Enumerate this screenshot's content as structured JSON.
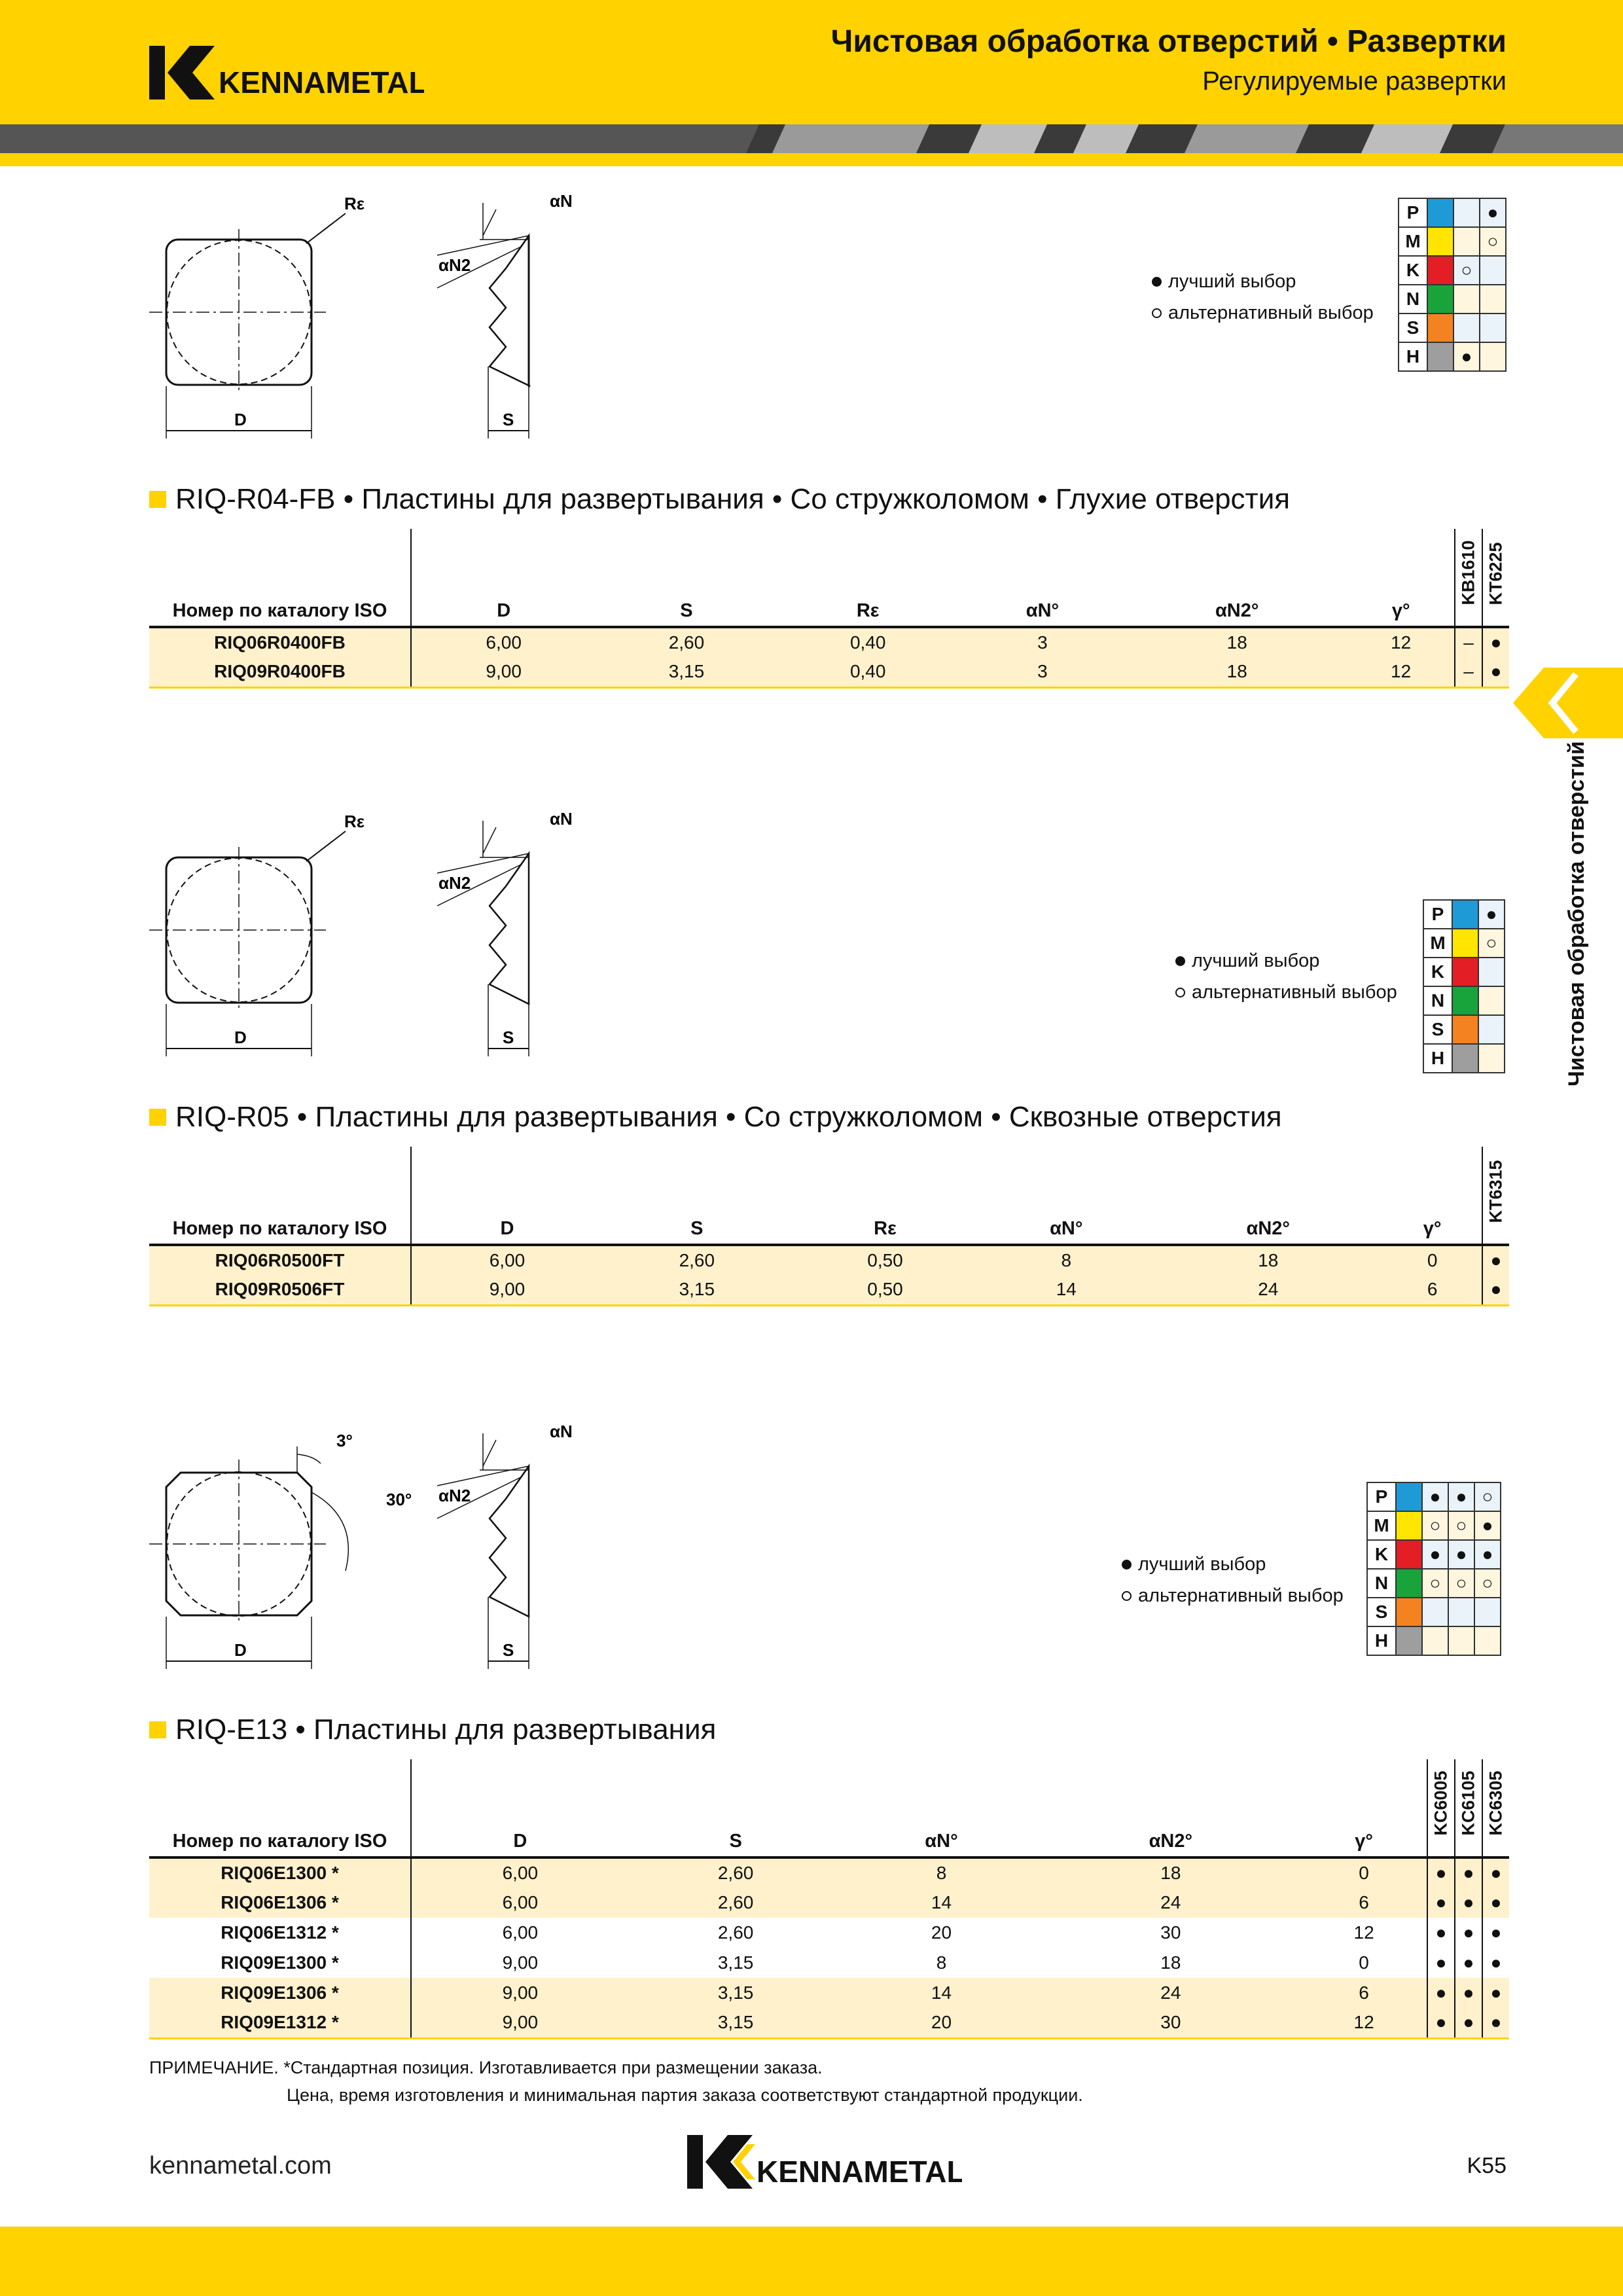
{
  "header": {
    "brand": "KENNAMETAL",
    "title": "Чистовая обработка отверстий • Развертки",
    "subtitle": "Регулируемые развертки"
  },
  "side_tab": {
    "label": "Чистовая обработка отверстий"
  },
  "legend": {
    "best": "лучший выбор",
    "alt": "альтернативный выбор"
  },
  "drawing_labels": {
    "re": "Rε",
    "an": "αN",
    "an2": "αN2",
    "d": "D",
    "s": "S",
    "deg3": "3°",
    "deg30": "30°"
  },
  "table_headers": {
    "iso": "Номер по каталогу ISO",
    "d": "D",
    "s": "S",
    "re": "Rε",
    "an": "αN°",
    "an2": "αN2°",
    "g": "γ°"
  },
  "material_letters": [
    "P",
    "M",
    "K",
    "N",
    "S",
    "H"
  ],
  "material_colors": [
    "#1E9BD7",
    "#FFE500",
    "#E31E24",
    "#19A33B",
    "#F58220",
    "#9E9E9E"
  ],
  "sections": [
    {
      "title": "RIQ-R04-FB • Пластины для развертывания • Со стружколомом • Глухие отверстия",
      "grades": [
        "KB1610",
        "KT6225"
      ],
      "matrix": [
        [
          "",
          "●"
        ],
        [
          "",
          "○"
        ],
        [
          "○",
          ""
        ],
        [
          "",
          ""
        ],
        [
          "",
          ""
        ],
        [
          "●",
          ""
        ]
      ],
      "rows": [
        {
          "code": "RIQ06R0400FB",
          "d": "6,00",
          "s": "2,60",
          "re": "0,40",
          "an": "3",
          "an2": "18",
          "g": "12",
          "marks": [
            "–",
            "●"
          ]
        },
        {
          "code": "RIQ09R0400FB",
          "d": "9,00",
          "s": "3,15",
          "re": "0,40",
          "an": "3",
          "an2": "18",
          "g": "12",
          "marks": [
            "–",
            "●"
          ]
        }
      ]
    },
    {
      "title": "RIQ-R05 • Пластины для развертывания • Со стружколомом • Сквозные отверстия",
      "grades": [
        "KT6315"
      ],
      "matrix": [
        [
          "●"
        ],
        [
          "○"
        ],
        [
          ""
        ],
        [
          ""
        ],
        [
          ""
        ],
        [
          ""
        ]
      ],
      "rows": [
        {
          "code": "RIQ06R0500FT",
          "d": "6,00",
          "s": "2,60",
          "re": "0,50",
          "an": "8",
          "an2": "18",
          "g": "0",
          "marks": [
            "●"
          ]
        },
        {
          "code": "RIQ09R0506FT",
          "d": "9,00",
          "s": "3,15",
          "re": "0,50",
          "an": "14",
          "an2": "24",
          "g": "6",
          "marks": [
            "●"
          ]
        }
      ]
    },
    {
      "title": "RIQ-E13 • Пластины для развертывания",
      "grades": [
        "KC6005",
        "KC6105",
        "KC6305"
      ],
      "matrix": [
        [
          "●",
          "●",
          "○"
        ],
        [
          "○",
          "○",
          "●"
        ],
        [
          "●",
          "●",
          "●"
        ],
        [
          "○",
          "○",
          "○"
        ],
        [
          "",
          "",
          ""
        ],
        [
          "",
          "",
          ""
        ]
      ],
      "rows": [
        {
          "code": "RIQ06E1300  *",
          "d": "6,00",
          "s": "2,60",
          "an": "8",
          "an2": "18",
          "g": "0",
          "marks": [
            "●",
            "●",
            "●"
          ]
        },
        {
          "code": "RIQ06E1306  *",
          "d": "6,00",
          "s": "2,60",
          "an": "14",
          "an2": "24",
          "g": "6",
          "marks": [
            "●",
            "●",
            "●"
          ]
        },
        {
          "code": "RIQ06E1312  *",
          "d": "6,00",
          "s": "2,60",
          "an": "20",
          "an2": "30",
          "g": "12",
          "marks": [
            "●",
            "●",
            "●"
          ]
        },
        {
          "code": "RIQ09E1300  *",
          "d": "9,00",
          "s": "3,15",
          "an": "8",
          "an2": "18",
          "g": "0",
          "marks": [
            "●",
            "●",
            "●"
          ]
        },
        {
          "code": "RIQ09E1306  *",
          "d": "9,00",
          "s": "3,15",
          "an": "14",
          "an2": "24",
          "g": "6",
          "marks": [
            "●",
            "●",
            "●"
          ]
        },
        {
          "code": "RIQ09E1312  *",
          "d": "9,00",
          "s": "3,15",
          "an": "20",
          "an2": "30",
          "g": "12",
          "marks": [
            "●",
            "●",
            "●"
          ]
        }
      ]
    }
  ],
  "note": {
    "line1": "ПРИМЕЧАНИЕ. *Стандартная позиция. Изготавливается при размещении заказа.",
    "line2": "Цена, время изготовления и минимальная партия заказа соответствуют стандартной продукции."
  },
  "footer": {
    "url": "kennametal.com",
    "page": "K55",
    "brand": "KENNAMETAL"
  }
}
